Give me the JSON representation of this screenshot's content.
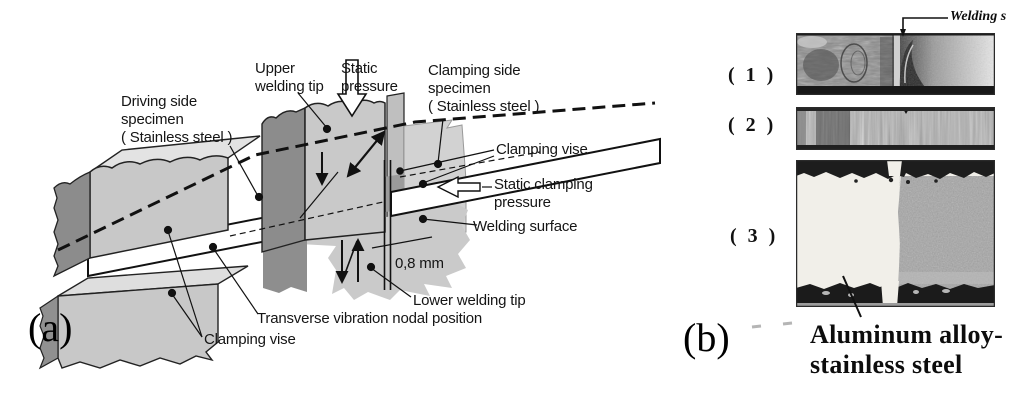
{
  "colors": {
    "ink": "#151515",
    "steel-light": "#c9c9c9",
    "steel-dark": "#8c8c8c",
    "photo-dark": "#1c1c1c"
  },
  "panel_a": {
    "panel_label": "(a)",
    "labels": {
      "driving_side_specimen": "Driving side\nspecimen\n( Stainless steel )",
      "upper_welding_tip": "Upper\nwelding tip",
      "static_pressure": "Static\npressure",
      "clamping_side_specimen": "Clamping side\nspecimen\n( Stainless steel )",
      "clamping_vise_right": "Clamping vise",
      "static_clamping_pressure": "Static clamping\npressure",
      "welding_surface": "Welding surface",
      "gap_dimension": "0,8 mm",
      "lower_welding_tip": "Lower welding tip",
      "nodal_position": "Transverse vibration nodal position",
      "clamping_vise_bottom": "Clamping vise"
    }
  },
  "panel_b": {
    "panel_label": "(b)",
    "welding_pointer_label": "Welding s",
    "specimens": [
      {
        "label": "( 1 )"
      },
      {
        "label": "( 2 )"
      },
      {
        "label": "( 3 )"
      }
    ],
    "caption": "Aluminum alloy-\nstainless steel"
  }
}
